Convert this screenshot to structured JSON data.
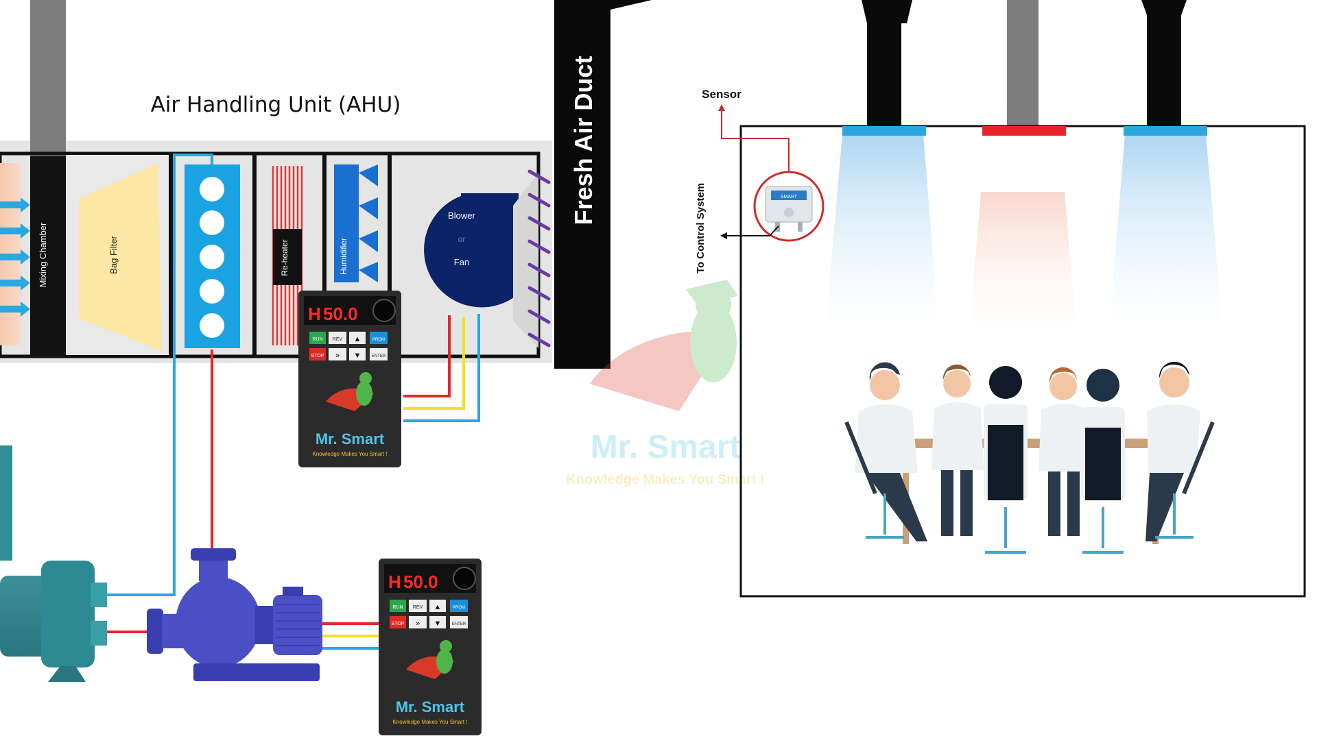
{
  "title": "Air Handling Unit (AHU)",
  "duct_label": "Fresh Air Duct",
  "sections": {
    "mixing_chamber": "Mixing Chamber",
    "bag_filter": "Bag Filter",
    "reheater": "Re-heater",
    "humidifier": "Humidifier",
    "blower_line1": "Blower",
    "blower_line2": "or",
    "blower_line3": "Fan"
  },
  "sensor_label": "Sensor",
  "control_label": "To Control System",
  "sensor_tag": "SMART",
  "vfd": {
    "display": "50.0",
    "display_prefix": "H",
    "btn_run": "RUN",
    "btn_rev": "REV",
    "btn_prgm": "PRGM",
    "btn_stop": "STOP",
    "btn_enter": "ENTER",
    "brand": "Mr. Smart",
    "tagline": "Knowledge Makes You Smart !"
  },
  "watermark": {
    "brand": "Mr. Smart",
    "tagline": "Knowledge Makes You Smart !"
  },
  "colors": {
    "chilled_supply": "#29a8e0",
    "chilled_return": "#e8262a",
    "yellow_wire": "#f5e11b",
    "blower": "#0b2467",
    "coil": "#1aa3e2",
    "filter": "#fce8a4",
    "heater": "#e23a3a",
    "humidifier": "#1b6fd1",
    "pump": "#4a4fc4",
    "chiller": "#2f8f96",
    "cool_diffuser": "#29a8e0",
    "hot_diffuser": "#e8262a"
  }
}
